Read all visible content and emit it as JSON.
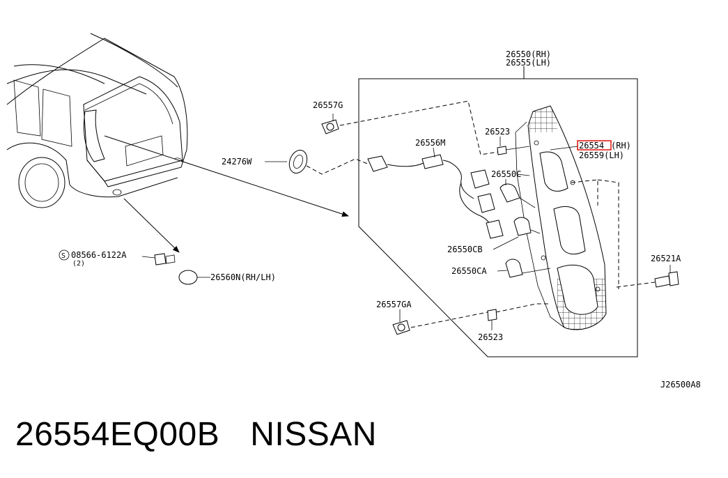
{
  "diagram": {
    "drawing_code": "J26500A8",
    "labels": {
      "assy_rh": "26550(RH)",
      "assy_lh": "26555(LH)",
      "clip_top": "26557G",
      "screw_top": "26523",
      "lens_code": "26554",
      "lens_rh": "(RH)",
      "lens_lh": "26559(LH)",
      "grommet": "24276W",
      "harness": "26556M",
      "bulb_c": "26550C",
      "bulb_cb": "26550CB",
      "bulb_ca": "26550CA",
      "clip_bottom": "26557GA",
      "screw_bottom": "26523",
      "bolt": "26521A",
      "screw_cap": "08566-6122A",
      "screw_cap_qty": "(2)",
      "cap": "26560N(RH/LH)"
    },
    "highlight_color": "#e0201b"
  },
  "caption": {
    "part_number": "26554EQ00B",
    "brand": "NISSAN"
  }
}
